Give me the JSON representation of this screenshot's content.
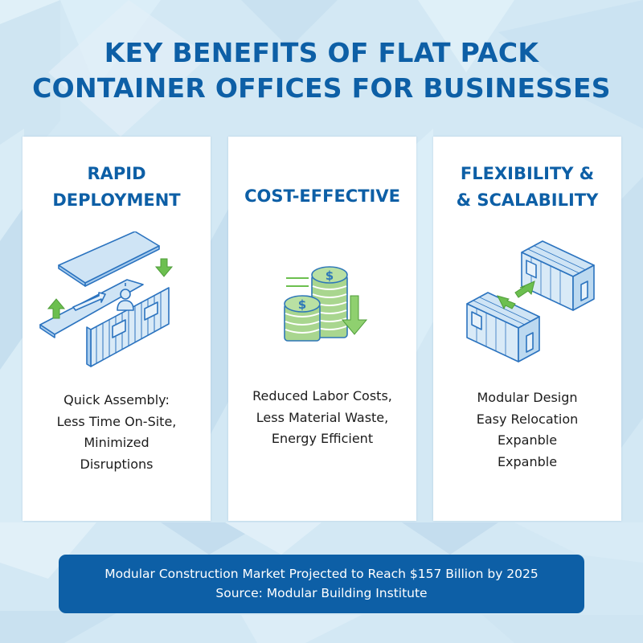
{
  "header": {
    "title_lines": [
      "KEY BENEFITS OF FLAT PACK",
      "CONTAINER OFFICES FOR BUSINESSES"
    ]
  },
  "cards": [
    {
      "title_lines": [
        "RAPID",
        "DEPLOYMENT"
      ],
      "icon": "container-assembly-icon",
      "text_lines": [
        "Quick Assembly:",
        "Less Time On-Site,",
        "Minimized",
        "Disruptions"
      ]
    },
    {
      "title_lines": [
        "COST-EFFECTIVE"
      ],
      "icon": "coin-stacks-down-arrow-icon",
      "text_lines": [
        "Reduced Labor Costs,",
        "Less Material Waste,",
        "Energy Efficient"
      ]
    },
    {
      "title_lines": [
        "FLEXIBILITY &",
        "& SCALABILITY"
      ],
      "icon": "two-containers-arrows-icon",
      "text_lines": [
        "Modular Design",
        "Easy Relocation",
        "Expanble",
        "Expanble"
      ]
    }
  ],
  "footer_banner": {
    "line1": "Modular Construction Market Projected to Reach $157 Billion by 2025",
    "line2": "Source: Modular Building Institute"
  },
  "colors": {
    "brand_blue": "#0d5fa6",
    "accent_green": "#6cbf4f",
    "background": "#d6eaf5",
    "card": "#ffffff"
  }
}
